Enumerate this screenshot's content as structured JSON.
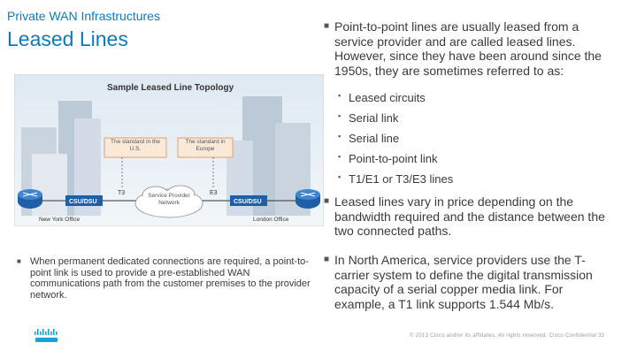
{
  "header": {
    "subtitle": "Private WAN Infrastructures",
    "title": "Leased Lines"
  },
  "diagram": {
    "title": "Sample Leased Line Topology",
    "us_box": "The standard in the U.S.",
    "europe_box": "The standard in Europe",
    "t3_label": "T3",
    "e3_label": "E3",
    "left_device": "CSU/DSU",
    "right_device": "CSU/DSU",
    "cloud_label": "Service Provider Network",
    "left_office": "New York Office",
    "right_office": "London Office"
  },
  "left_bullet": "When permanent dedicated connections are required, a point-to-point link is used to provide a pre-established WAN communications path from the customer premises to the provider network.",
  "right": {
    "bullet1": "Point-to-point lines are usually leased from a service provider and are called leased lines. However, since they have been around since the 1950s, they are sometimes referred to as:",
    "sub_items": [
      "Leased circuits",
      "Serial link",
      "Serial line",
      "Point-to-point link",
      "T1/E1 or T3/E3 lines"
    ],
    "bullet2": "Leased lines vary in price depending on the bandwidth required and the distance between the two connected paths.",
    "bullet3": "In North America, service providers use the T-carrier system to define the digital transmission capacity of a serial copper media link.  For example, a T1 link supports 1.544 Mb/s."
  },
  "footer": {
    "copyright": "© 2013 Cisco and/or its affiliates. All rights reserved.     Cisco Confidential",
    "page": "33"
  },
  "colors": {
    "accent": "#0a7bbd",
    "device": "#1f5fa8",
    "box": "#fbe9d8",
    "box_border": "#e0a070"
  }
}
